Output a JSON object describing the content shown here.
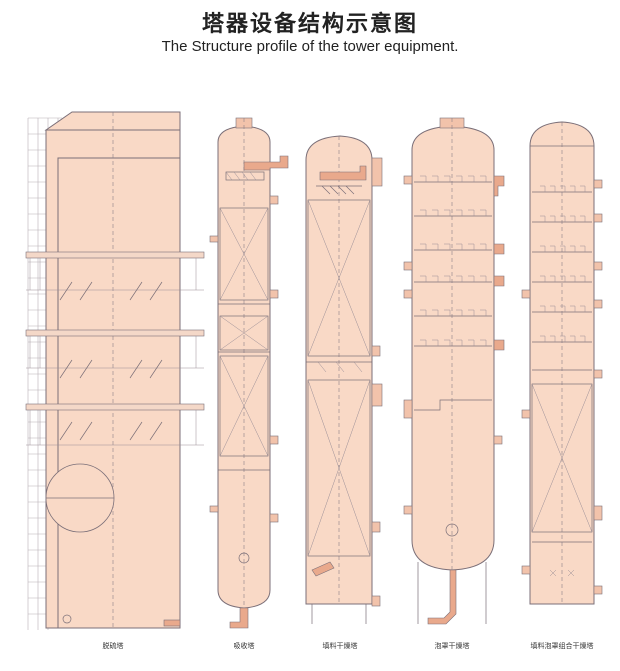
{
  "header": {
    "title_cn": "塔器设备结构示意图",
    "title_en": "The Structure profile of the tower equipment."
  },
  "towers": [
    {
      "name": "desulfurization-tower",
      "label": "脱硫塔"
    },
    {
      "name": "absorption-tower",
      "label": "吸收塔"
    },
    {
      "name": "packed-drying-tower",
      "label": "填料干燥塔"
    },
    {
      "name": "bubble-cap-drying-tower",
      "label": "泡罩干燥塔"
    },
    {
      "name": "packed-bubble-cap-combined-drying-tower",
      "label": "填料泡罩组合干燥塔"
    }
  ],
  "colors": {
    "shell_fill": "#f9d9c6",
    "outline": "#7b6f78",
    "pipe_fill": "#e9a98c"
  }
}
